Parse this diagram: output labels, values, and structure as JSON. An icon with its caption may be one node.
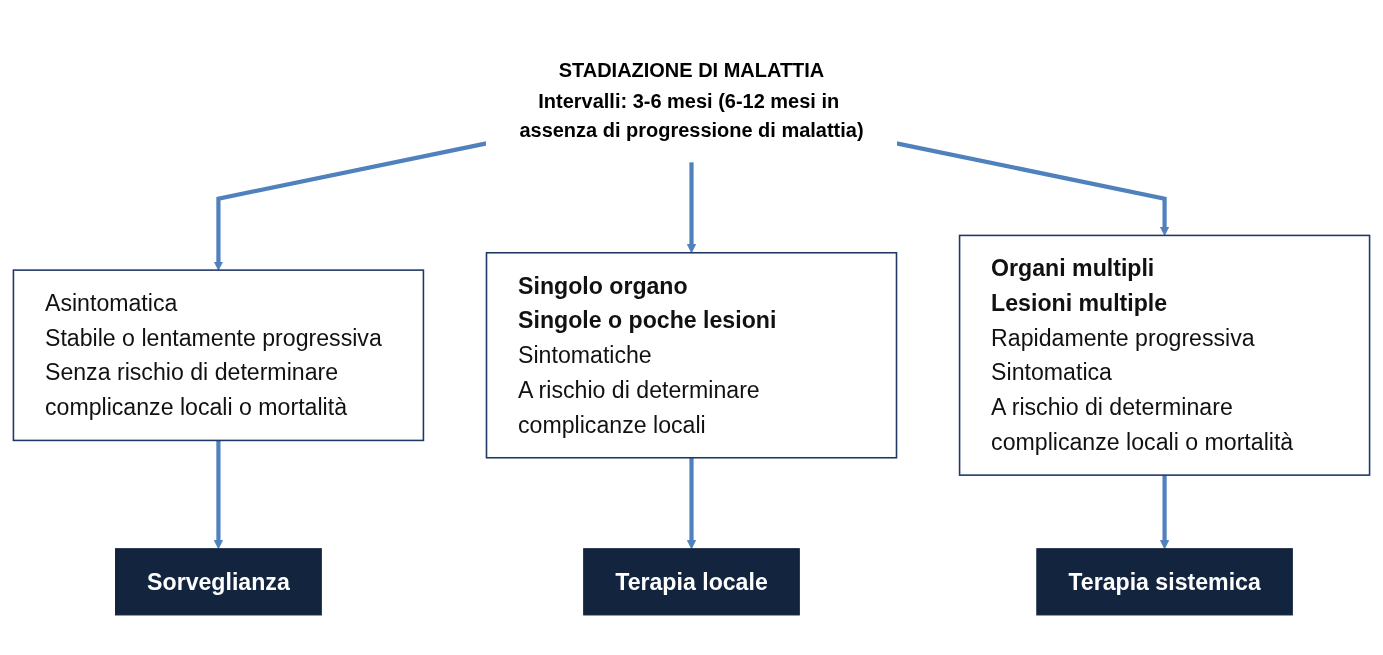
{
  "diagram": {
    "nodes": [
      {
        "text": [
          "STADIAZIONE DI MALATTIA",
          "Intervalli: 3-6 mesi (6-12 mesi in assenza di progressione di malattia)"
        ]
      },
      {
        "text": [
          "Asintomatica",
          "Stabile o lentamente progressiva",
          "Senza rischio di determinare complicanze locali o mortalità"
        ]
      },
      {
        "text": [
          "**Singolo organo**",
          "**Singole o poche lesioni**",
          "Sintomatiche",
          "A rischio di determinare complicanze locali"
        ]
      },
      {
        "text": [
          "**Organi multipli**",
          "**Lesioni multiple**",
          "Rapidamente progressiva",
          "Sintomatica",
          "A rischio di determinare complicanze locali o mortalità"
        ]
      },
      {
        "text": [
          "Sorveglianza"
        ]
      },
      {
        "text": [
          "Terapia locale"
        ]
      },
      {
        "text": [
          "Terapia sistemica"
        ]
      }
    ],
    "edges": [
      {
        "from": 0,
        "to": 1,
        "arrow": "to"
      },
      {
        "from": 0,
        "to": 2,
        "arrow": "to"
      },
      {
        "from": 0,
        "to": 3,
        "arrow": "to"
      },
      {
        "from": 1,
        "to": 4,
        "arrow": "to"
      },
      {
        "from": 2,
        "to": 5,
        "arrow": "to"
      },
      {
        "from": 3,
        "to": 6,
        "arrow": "to"
      }
    ]
  }
}
